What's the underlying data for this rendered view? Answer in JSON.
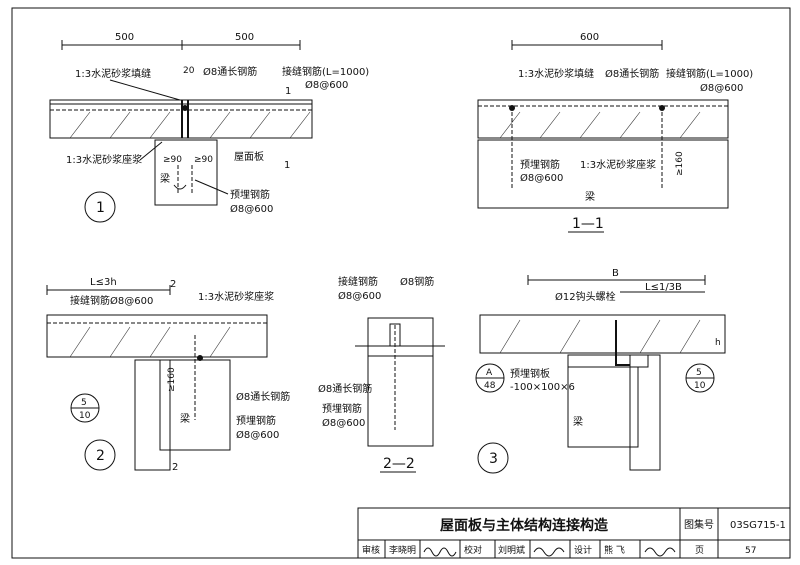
{
  "labels": {
    "dim_500_a": "500",
    "dim_500_b": "500",
    "dim_20": "20",
    "mortar_fill": "1:3水泥砂浆填缝",
    "thru_bar": "Ø8通长钢筋",
    "joint_bar_L": "接缝钢筋(L=1000)",
    "joint_bar_spacing": "Ø8@600",
    "mortar_seat": "1:3水泥砂浆座浆",
    "ge90_a": "≥90",
    "ge90_b": "≥90",
    "roof_slab": "屋面板",
    "beam": "梁",
    "embedded_bar": "预埋钢筋",
    "embedded_spacing": "Ø8@600",
    "sec_1_mark": "1",
    "dim_600": "600",
    "r_mortar_fill": "1:3水泥砂浆填缝",
    "r_thru_bar": "Ø8通长钢筋",
    "r_joint_bar_L": "接缝钢筋(L=1000)",
    "r_joint_spacing": "Ø8@600",
    "r_embedded": "预埋钢筋",
    "r_embedded_spacing": "Ø8@600",
    "r_mortar_seat": "1:3水泥砂浆座浆",
    "r_ge160": "≥160",
    "r_beam": "梁",
    "sec11": "1—1",
    "d2_L": "L≤3h",
    "d2_mark": "2",
    "d2_joint": "接缝钢筋Ø8@600",
    "d2_mortar": "1:3水泥砂浆座浆",
    "d2_ge160": "≥160",
    "d2_thru": "Ø8通长钢筋",
    "d2_embedded": "预埋钢筋",
    "d2_embedded_spacing": "Ø8@600",
    "d2_beam": "梁",
    "d2_circle_top": "5",
    "d2_circle_bot": "10",
    "circle_2": "2",
    "s22_joint": "接缝钢筋",
    "s22_joint_spacing": "Ø8@600",
    "s22_bar": "Ø8钢筋",
    "s22_thru": "Ø8通长钢筋",
    "s22_embedded": "预埋钢筋",
    "s22_embedded_spacing": "Ø8@600",
    "sec22": "2—2",
    "d3_B": "B",
    "d3_L": "L≤1/3B",
    "d3_bolt": "Ø12钩头螺栓",
    "d3_A_top": "A",
    "d3_A_bot": "48",
    "d3_plate": "预埋钢板",
    "d3_plate_size": "-100×100×6",
    "d3_circle_top": "5",
    "d3_circle_bot": "10",
    "d3_beam": "梁",
    "d3_h": "h",
    "circle_3": "3",
    "circle_1": "1"
  },
  "title_block": {
    "title": "屋面板与主体结构连接构造",
    "atlas_label": "图集号",
    "atlas_no": "03SG715-1",
    "review_label": "审核",
    "reviewer": "李晓明",
    "check_label": "校对",
    "checker": "刘明斌",
    "design_label": "设计",
    "designer": "熊  飞",
    "page_label": "页",
    "page_no": "57"
  }
}
